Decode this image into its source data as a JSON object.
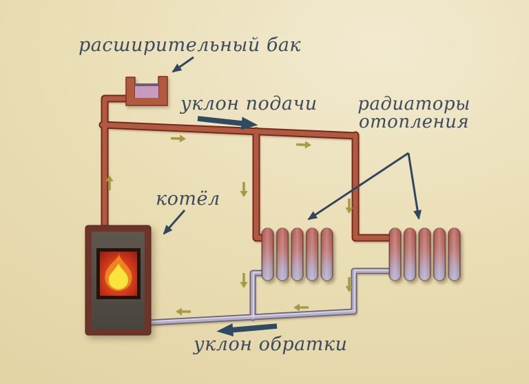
{
  "diagram": {
    "labels": {
      "expansion_tank": "расширительный бак",
      "supply_slope": "уклон подачи",
      "radiators_line1": "радиаторы",
      "radiators_line2": "отопления",
      "boiler": "котёл",
      "return_slope": "уклон обратки"
    },
    "palette": {
      "background": "#e9ddb3",
      "background_light": "#f2ead0",
      "text": "#3c4b5c",
      "pointer_arrow": "#31465e",
      "slope_arrow": "#2f4a63",
      "flow_arrow": "#a89a45",
      "supply_pipe": "#b15a42",
      "supply_pipe_edge": "#76281a",
      "return_pipe": "#b5aec8",
      "return_pipe_edge": "#6b6478",
      "return_pipe_highlight": "#ddd9e8",
      "boiler_frame": "#6d352a",
      "boiler_body": "#575049",
      "fire_window": "#231309",
      "flame_outer": "#f08222",
      "flame_inner": "#f9e43c",
      "tank_wall": "#b05a40",
      "tank_water": "#c79ac0",
      "radiator_top": "#b04a42",
      "radiator_bottom": "#a7a4c4"
    }
  }
}
